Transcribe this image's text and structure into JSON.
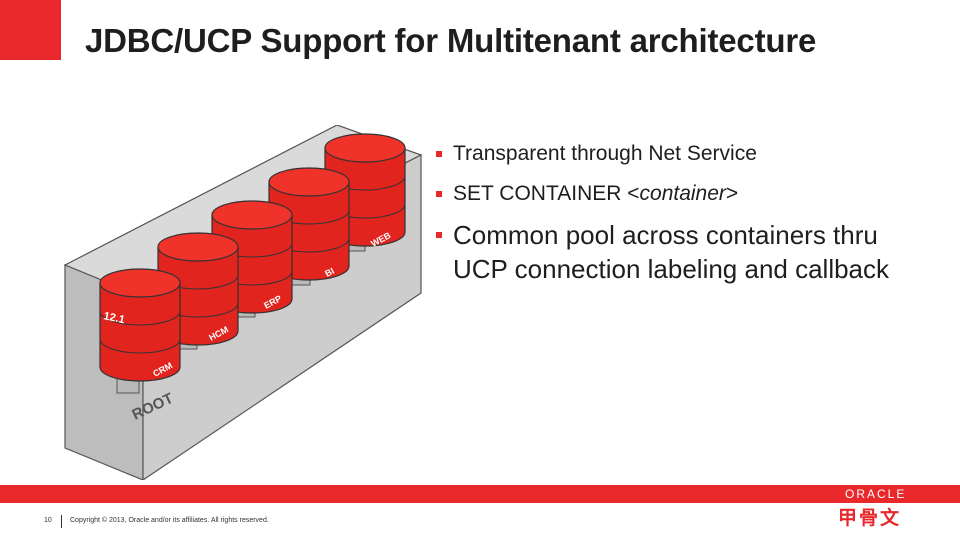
{
  "slide": {
    "title": "JDBC/UCP Support for Multitenant architecture",
    "page_number": "10",
    "copyright": "Copyright © 2013, Oracle and/or its affiliates. All rights reserved."
  },
  "illustration": {
    "root_label": "ROOT",
    "version_label": "12.1",
    "containers": [
      "CRM",
      "HCM",
      "ERP",
      "BI",
      "WEB"
    ]
  },
  "bullets": [
    {
      "text_before": "Transparent through Net Service",
      "italic": "",
      "text_after": ""
    },
    {
      "text_before": "SET CONTAINER <",
      "italic": "container",
      "text_after": ">"
    },
    {
      "text_before": "Common pool across containers thru UCP connection labeling and callback",
      "italic": "",
      "text_after": ""
    }
  ],
  "branding": {
    "oracle": "ORACLE",
    "chinese": "甲骨文"
  },
  "colors": {
    "accent_red": "#e8282b",
    "text": "#1e1e1e"
  }
}
